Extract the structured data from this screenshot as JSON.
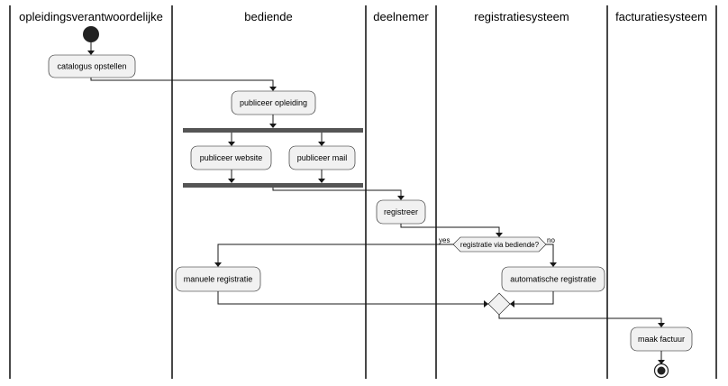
{
  "swimlanes": [
    "opleidingsverantwoordelijke",
    "bediende",
    "deelnemer",
    "registratiesysteem",
    "facturatiesysteem"
  ],
  "actions": {
    "catalogus": "catalogus opstellen",
    "publiceer_opleiding": "publiceer opleiding",
    "publiceer_website": "publiceer website",
    "publiceer_mail": "publiceer mail",
    "registreer": "registreer",
    "manuele_registratie": "manuele registratie",
    "automatische_registratie": "automatische registratie",
    "maak_factuur": "maak factuur"
  },
  "decision": {
    "question": "registratie via bediende?",
    "yes_label": "yes",
    "no_label": "no"
  },
  "colors": {
    "node_fill": "#f1f1f1",
    "node_stroke": "#181818",
    "fork_bar": "#555555",
    "start_node": "#222222"
  }
}
